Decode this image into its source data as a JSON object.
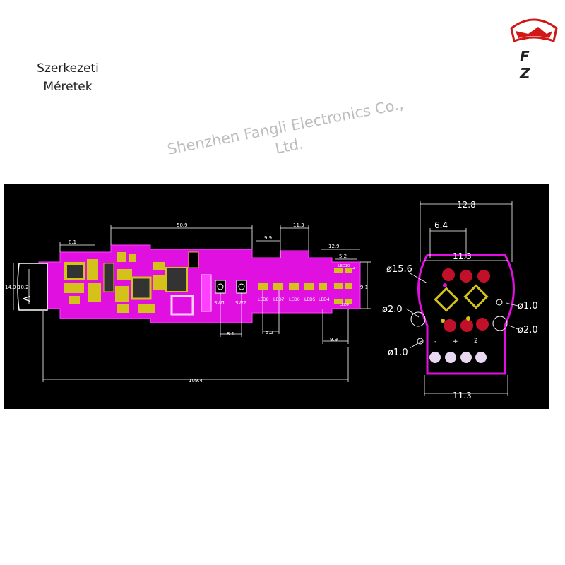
{
  "caption": {
    "line1": "Szerkezeti",
    "line2": "Méretek"
  },
  "logo": {
    "text": "F Z"
  },
  "watermark": {
    "line1": "Shenzhen Fangli Electronics Co.,",
    "line2": "Ltd."
  },
  "colors": {
    "board": "#e010e0",
    "copper": "#d4c21a",
    "background": "#000000",
    "dimension": "#ffffff",
    "pad_red": "#c0102a",
    "logo_red": "#d01818"
  },
  "side_view": {
    "dims": {
      "total_length": "109.4",
      "body": "50.9",
      "left_tab": "8.1",
      "height_outer": "14.9",
      "height_inner": "10.2",
      "notch_a": "9.9",
      "notch_b": "11.3",
      "right_section": "12.9",
      "tip_width": "5.2",
      "tip_height": "2",
      "right_height": "9.1",
      "sw_spacing": "8.1",
      "led_spacing": "5.2",
      "bottom_right": "9.9"
    },
    "labels": {
      "sw1": "SW1",
      "sw2": "SW2",
      "led8": "LED8",
      "led7": "LED7",
      "led6": "LED6",
      "led5": "LED5",
      "led4": "LED4",
      "led10": "LED10",
      "led9": "LED9",
      "arrow": "<"
    }
  },
  "end_view": {
    "dims": {
      "width_top": "12.8",
      "half_width": "6.4",
      "inner_width": "11.3",
      "diameter": "ø15.6",
      "hole_left": "ø2.0",
      "hole_left_small": "ø1.0",
      "hole_right_small": "ø1.0",
      "hole_right": "ø2.0",
      "bottom_width": "11.3"
    },
    "labels": {
      "minus": "-",
      "plus": "+",
      "two": "2"
    }
  }
}
